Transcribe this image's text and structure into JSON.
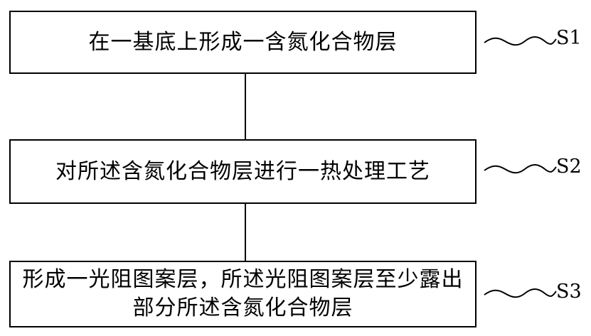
{
  "steps": [
    {
      "id": "S1",
      "text": "在一基底上形成一含氮化合物层"
    },
    {
      "id": "S2",
      "text": "对所述含氮化合物层进行一热处理工艺"
    },
    {
      "id": "S3",
      "text": "形成一光阻图案层，所述光阻图案层至少露出部分所述含氮化合物层"
    }
  ],
  "colors": {
    "line": "#000000",
    "background": "#ffffff"
  }
}
